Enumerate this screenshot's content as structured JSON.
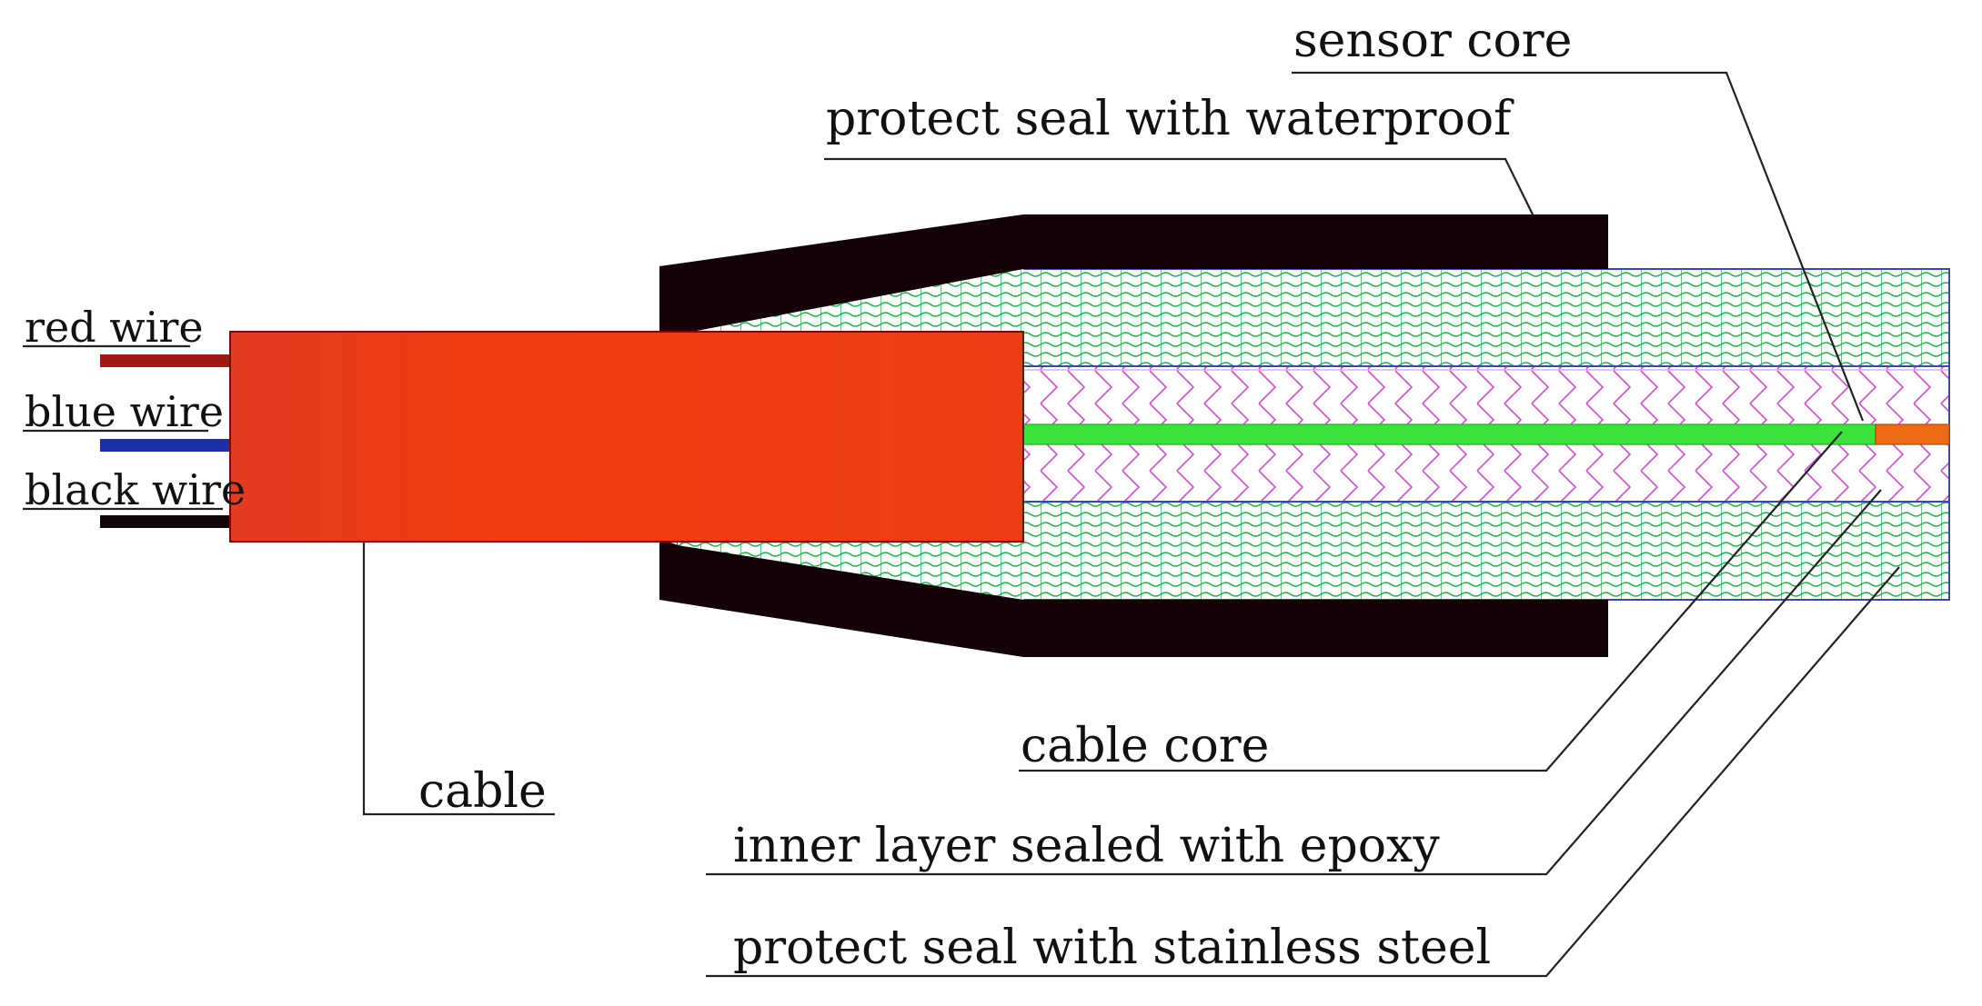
{
  "labels": {
    "sensor_core": "sensor core",
    "protect_seal_waterproof": "protect seal with waterproof",
    "red_wire": "red wire",
    "blue_wire": "blue wire",
    "black_wire": "black wire",
    "cable": "cable",
    "cable_core": "cable core",
    "inner_layer": "inner layer sealed with epoxy",
    "protect_seal_steel": "protect seal with stainless steel"
  },
  "colors": {
    "red_wire": "#9e1a12",
    "blue_wire": "#1a2fa8",
    "black_wire": "#120608",
    "cable_jacket": "#ee3d16",
    "waterproof_seal": "#140306",
    "stainless_fill": "#22b34a",
    "epoxy_hatch": "#cf4fcf",
    "cable_core": "#3ae33a",
    "sensor_core": "#ee6a12",
    "outline": "#3a46b4"
  }
}
